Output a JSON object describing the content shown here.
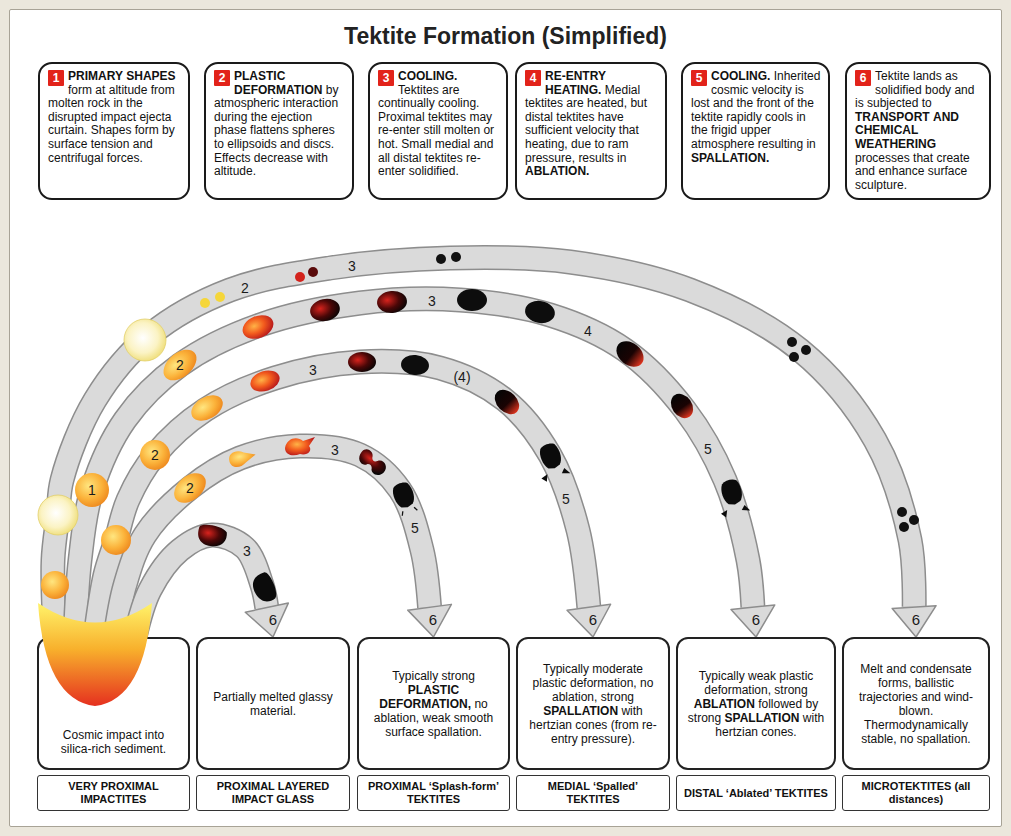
{
  "diagram": {
    "title": "Tektite Formation (Simplified)",
    "nodes": [
      {
        "text": [
          "PRIMARY SHAPES form at altitude from molten rock in the disrupted impact ejecta curtain. Shapes form by surface tension and centrifugal forces."
        ]
      },
      {
        "text": [
          "1"
        ],
        "in": 0
      },
      {
        "text": [
          "PLASTIC DEFORMATION by atmospheric interaction during the ejection phase flattens spheres to ellipsoids and discs. Effects decrease with altitude."
        ]
      },
      {
        "text": [
          "2"
        ],
        "in": 2
      },
      {
        "text": [
          "COOLING. Tektites are continually cooling. Proximal tektites may re-enter still molten or hot. Small medial and all distal tektites re-enter solidified."
        ]
      },
      {
        "text": [
          "3"
        ],
        "in": 4
      },
      {
        "text": [
          "RE-ENTRY HEATING. Medial tektites are heated, but distal tektites have sufficient velocity that heating, due to ram pressure, results in ABLATION."
        ]
      },
      {
        "text": [
          "4"
        ],
        "in": 6
      },
      {
        "text": [
          "COOLING. Inherited cosmic velocity is lost and the front of the tektite rapidly cools in the frigid upper atmosphere resulting in SPALLATION."
        ]
      },
      {
        "text": [
          "5"
        ],
        "in": 8
      },
      {
        "text": [
          "Tektite lands as solidified body and is subjected to TRANSPORT AND CHEMICAL WEATHERING processes that create and enhance surface sculpture."
        ]
      },
      {
        "text": [
          "6"
        ],
        "in": 10
      },
      {
        "text": [
          "Cosmic impact into silica-rich sediment."
        ]
      },
      {
        "text": [
          "Partially melted glassy material."
        ]
      },
      {
        "text": [
          "Typically strong PLASTIC DEFORMATION, no ablation, weak smooth surface spallation."
        ]
      },
      {
        "text": [
          "Typically moderate plastic deformation, no ablation, strong SPALLATION with hertzian cones (from re-entry pressure)."
        ]
      },
      {
        "text": [
          "Typically weak plastic deformation, strong ABLATION followed by strong SPALLATION with hertzian cones."
        ]
      },
      {
        "text": [
          "Melt and condensate forms, ballistic trajectories and wind-blown. Thermodynamically stable, no spallation."
        ]
      },
      {
        "text": [
          "VERY PROXIMAL IMPACTITES"
        ]
      },
      {
        "text": [
          "PROXIMAL LAYERED IMPACT GLASS"
        ]
      },
      {
        "text": [
          "PROXIMAL ‘Splash-form’ TEKTITES"
        ]
      },
      {
        "text": [
          "MEDIAL ‘Spalled’ TEKTITES"
        ]
      },
      {
        "text": [
          "DISTAL ‘Ablated’ TEKTITES"
        ]
      },
      {
        "text": [
          "MICROTEKTITES (all distances)"
        ]
      }
    ],
    "edges": [
      {
        "from": 12,
        "to": 13,
        "arrow": "to"
      },
      {
        "from": 12,
        "to": 14,
        "arrow": "to"
      },
      {
        "from": 12,
        "to": 15,
        "arrow": "to"
      },
      {
        "from": 12,
        "to": 16,
        "arrow": "to"
      },
      {
        "from": 12,
        "to": 17,
        "arrow": "to"
      }
    ],
    "labels": [
      "1",
      "2",
      "2",
      "2",
      "2",
      "3",
      "3",
      "3",
      "3",
      "3",
      "4",
      "(4)",
      "5",
      "5",
      "5",
      "6",
      "6",
      "6",
      "6",
      "6"
    ]
  }
}
